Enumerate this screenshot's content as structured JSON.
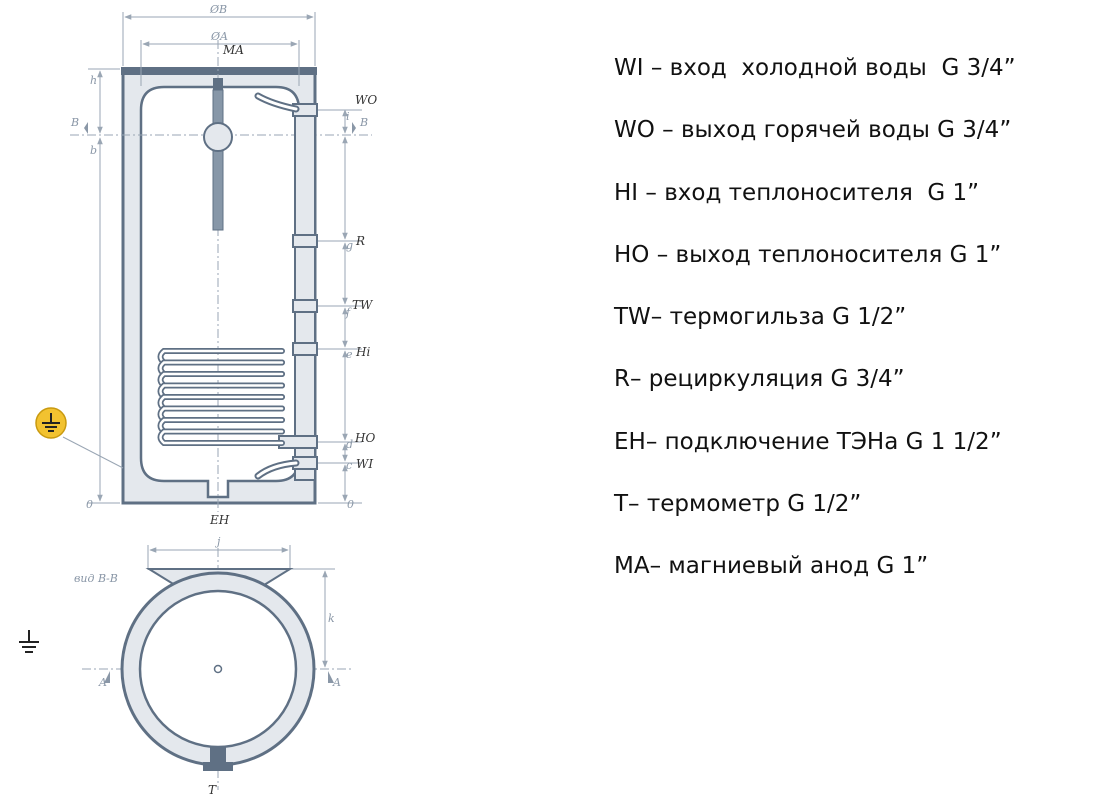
{
  "diagram": {
    "dimensions": {
      "dia_b": "ØB",
      "dia_a": "ØA",
      "h": "h",
      "b_left": "B",
      "b": "b",
      "zero_left": "0",
      "i": "i",
      "b_right": "B",
      "g": "g",
      "f": "f",
      "e": "e",
      "d": "d",
      "c": "c",
      "zero_right": "0",
      "j": "j",
      "k": "k",
      "a_left": "A",
      "a_right": "A"
    },
    "labels": {
      "ma": "MA",
      "wo": "WO",
      "r": "R",
      "tw": "TW",
      "hi": "Hi",
      "ho": "HO",
      "wi": "WI",
      "eh": "EH",
      "view": "вид В-В",
      "t": "T"
    },
    "colors": {
      "body": "#5f7084",
      "fill": "#e4e8ed",
      "dim": "#9aa6b4",
      "ground": "#f2c230"
    }
  },
  "legend": [
    {
      "text": "WI – вход  холодной воды  G 3/4”"
    },
    {
      "text": "WO – выход горячей воды G 3/4”"
    },
    {
      "text": "HI – вход теплоносителя  G 1”"
    },
    {
      "text": "HO – выход теплоносителя G 1”"
    },
    {
      "text": "TW– термогильза G 1/2”"
    },
    {
      "text": "R– рециркуляция G 3/4”"
    },
    {
      "text": "EH– подключение ТЭНа G 1 1/2”"
    },
    {
      "text": "T– термометр G 1/2”"
    },
    {
      "text": "MA– магниевый анод G 1”"
    }
  ],
  "icons": [
    "ground-icon-badge",
    "ground-icon"
  ]
}
